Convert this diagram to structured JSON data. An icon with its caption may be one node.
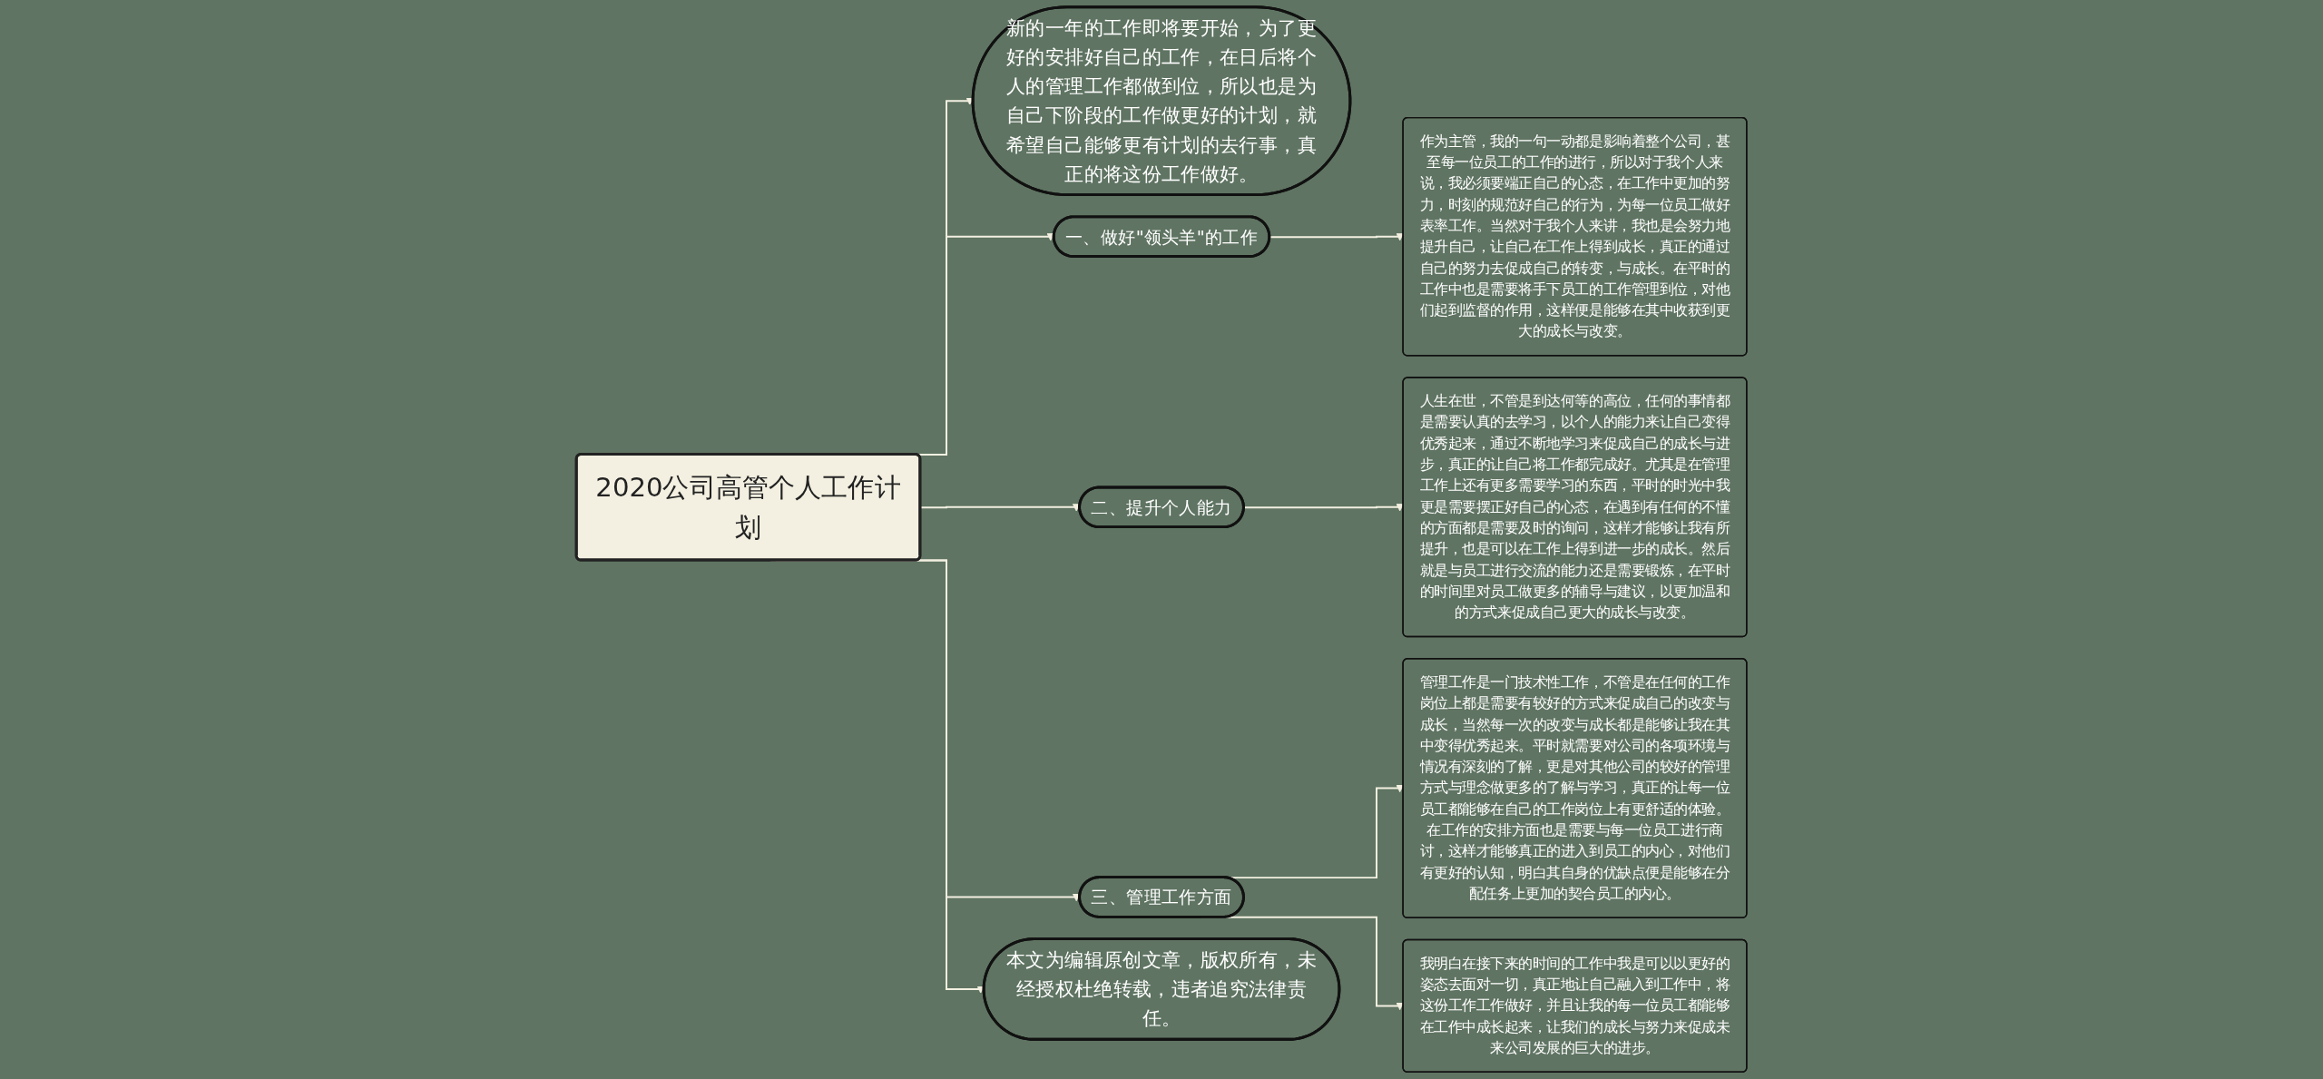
{
  "diagram": {
    "nodes": [
      {
        "text": [
          "2020公司高管个人工作计划"
        ]
      },
      {
        "text": [
          "新的一年的工作即将要开始，为了更好的安排好自己的工作，在日后将个人的管理工作都做到位，所以也是为自己下阶段的工作做更好的计划，就希望自己能够更有计划的去行事，真正的将这份工作做好。"
        ]
      },
      {
        "text": [
          "一、做好\"领头羊\"的工作"
        ]
      },
      {
        "text": [
          "作为主管，我的一句一动都是影响着整个公司，甚至每一位员工的工作的进行，所以对于我个人来说，我必须要端正自己的心态，在工作中更加的努力，时刻的规范好自己的行为，为每一位员工做好表率工作。当然对于我个人来讲，我也是会努力地提升自己，让自己在工作上得到成长，真正的通过自己的努力去促成自己的转变，与成长。在平时的工作中也是需要将手下员工的工作管理到位，对他们起到监督的作用，这样便是能够在其中收获到更大的成长与改变。"
        ]
      },
      {
        "text": [
          "二、提升个人能力"
        ]
      },
      {
        "text": [
          "人生在世，不管是到达何等的高位，任何的事情都是需要认真的去学习，以个人的能力来让自己变得优秀起来，通过不断地学习来促成自己的成长与进步，真正的让自己将工作都完成好。尤其是在管理工作上还有更多需要学习的东西，平时的时光中我更是需要摆正好自己的心态，在遇到有任何的不懂的方面都是需要及时的询问，这样才能够让我有所提升，也是可以在工作上得到进一步的成长。然后就是与员工进行交流的能力还是需要锻炼，在平时的时间里对员工做更多的辅导与建议，以更加温和的方式来促成自己更大的成长与改变。"
        ]
      },
      {
        "text": [
          "三、管理工作方面"
        ]
      },
      {
        "text": [
          "管理工作是一门技术性工作，不管是在任何的工作岗位上都是需要有较好的方式来促成自己的改变与成长，当然每一次的改变与成长都是能够让我在其中变得优秀起来。平时就需要对公司的各项环境与情况有深刻的了解，更是对其他公司的较好的管理方式与理念做更多的了解与学习，真正的让每一位员工都能够在自己的工作岗位上有更舒适的体验。在工作的安排方面也是需要与每一位员工进行商讨，这样才能够真正的进入到员工的内心，对他们有更好的认知，明白其自身的优缺点便是能够在分配任务上更加的契合员工的内心。"
        ]
      },
      {
        "text": [
          "我明白在接下来的时间的工作中我是可以以更好的姿态去面对一切，真正地让自己融入到工作中，将这份工作工作做好，并且让我的每一位员工都能够在工作中成长起来，让我们的成长与努力来促成未来公司发展的巨大的进步。"
        ]
      },
      {
        "text": [
          "本文为编辑原创文章，版权所有，未经授权杜绝转载，违者追究法律责任。"
        ]
      }
    ],
    "edges": [
      {
        "from": 0,
        "to": 1,
        "arrow": "to"
      },
      {
        "from": 0,
        "to": 2,
        "arrow": "to"
      },
      {
        "from": 2,
        "to": 3,
        "arrow": "to"
      },
      {
        "from": 0,
        "to": 4,
        "arrow": "to"
      },
      {
        "from": 4,
        "to": 5,
        "arrow": "to"
      },
      {
        "from": 0,
        "to": 6,
        "arrow": "to"
      },
      {
        "from": 6,
        "to": 7,
        "arrow": "to"
      },
      {
        "from": 6,
        "to": 8,
        "arrow": "to"
      },
      {
        "from": 0,
        "to": 9,
        "arrow": "to"
      }
    ]
  }
}
